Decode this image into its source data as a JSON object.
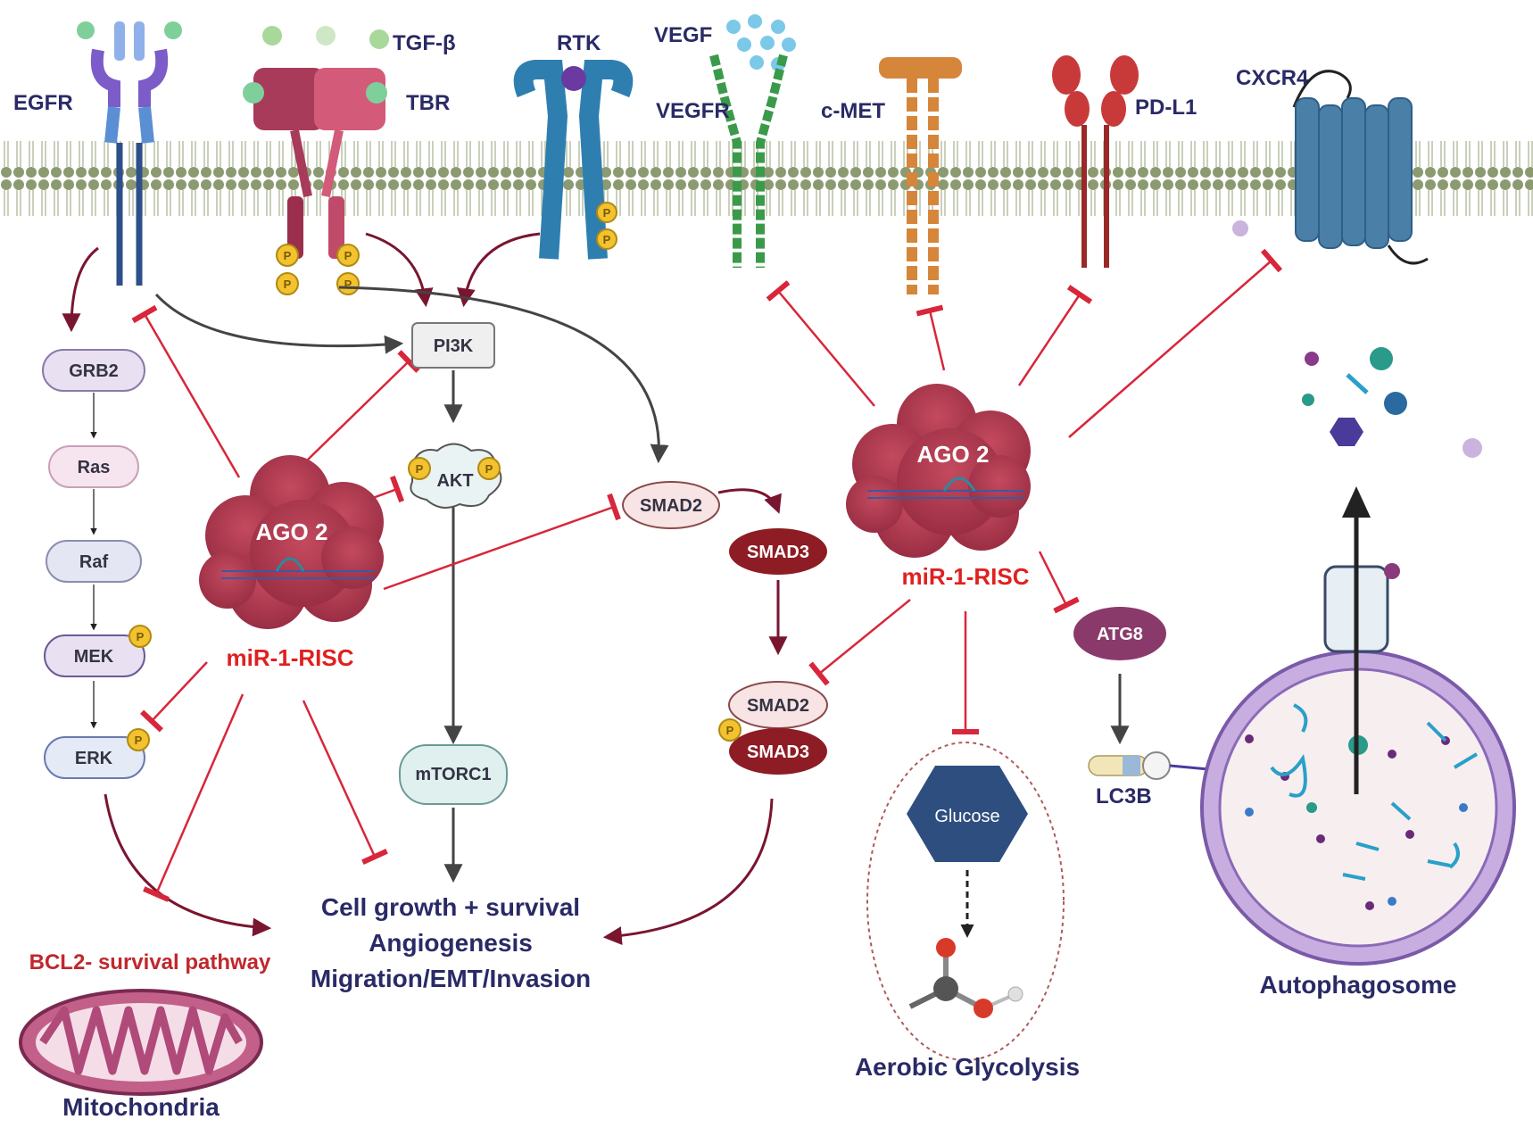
{
  "receptors": {
    "egfr": "EGFR",
    "tgf_beta": "TGF-β",
    "tbr": "TBR",
    "rtk": "RTK",
    "vegf": "VEGF",
    "vegfr": "VEGFR",
    "c_met": "c-MET",
    "pd_l1": "PD-L1",
    "cxcr4": "CXCR4"
  },
  "pathway": {
    "grb2": "GRB2",
    "ras": "Ras",
    "raf": "Raf",
    "mek": "MEK",
    "erk": "ERK",
    "pi3k": "PI3K",
    "akt": "AKT",
    "mtorc1": "mTORC1",
    "smad2": "SMAD2",
    "smad3": "SMAD3",
    "complex_smad2": "SMAD2",
    "complex_smad3": "SMAD3",
    "atg": "ATG8",
    "lc3b": "LC3B",
    "phospho": "P"
  },
  "risc_left": {
    "protein": "AGO 2",
    "label": "miR-1-RISC"
  },
  "risc_right": {
    "protein": "AGO 2",
    "label": "miR-1-RISC"
  },
  "outcomes": [
    "Cell growth + survival",
    "Angiogenesis",
    "Migration/EMT/Invasion"
  ],
  "bcl2": "BCL2- survival pathway",
  "mitochondria": "Mitochondria",
  "glucose": "Glucose",
  "glycolysis": "Aerobic Glycolysis",
  "autophagosome": "Autophagosome",
  "colors": {
    "inhibit": "#d8263a",
    "activate": "#7a1530",
    "risc": "#b8384e",
    "membrane": "#8a9a6a",
    "text": "#2a2a66"
  }
}
